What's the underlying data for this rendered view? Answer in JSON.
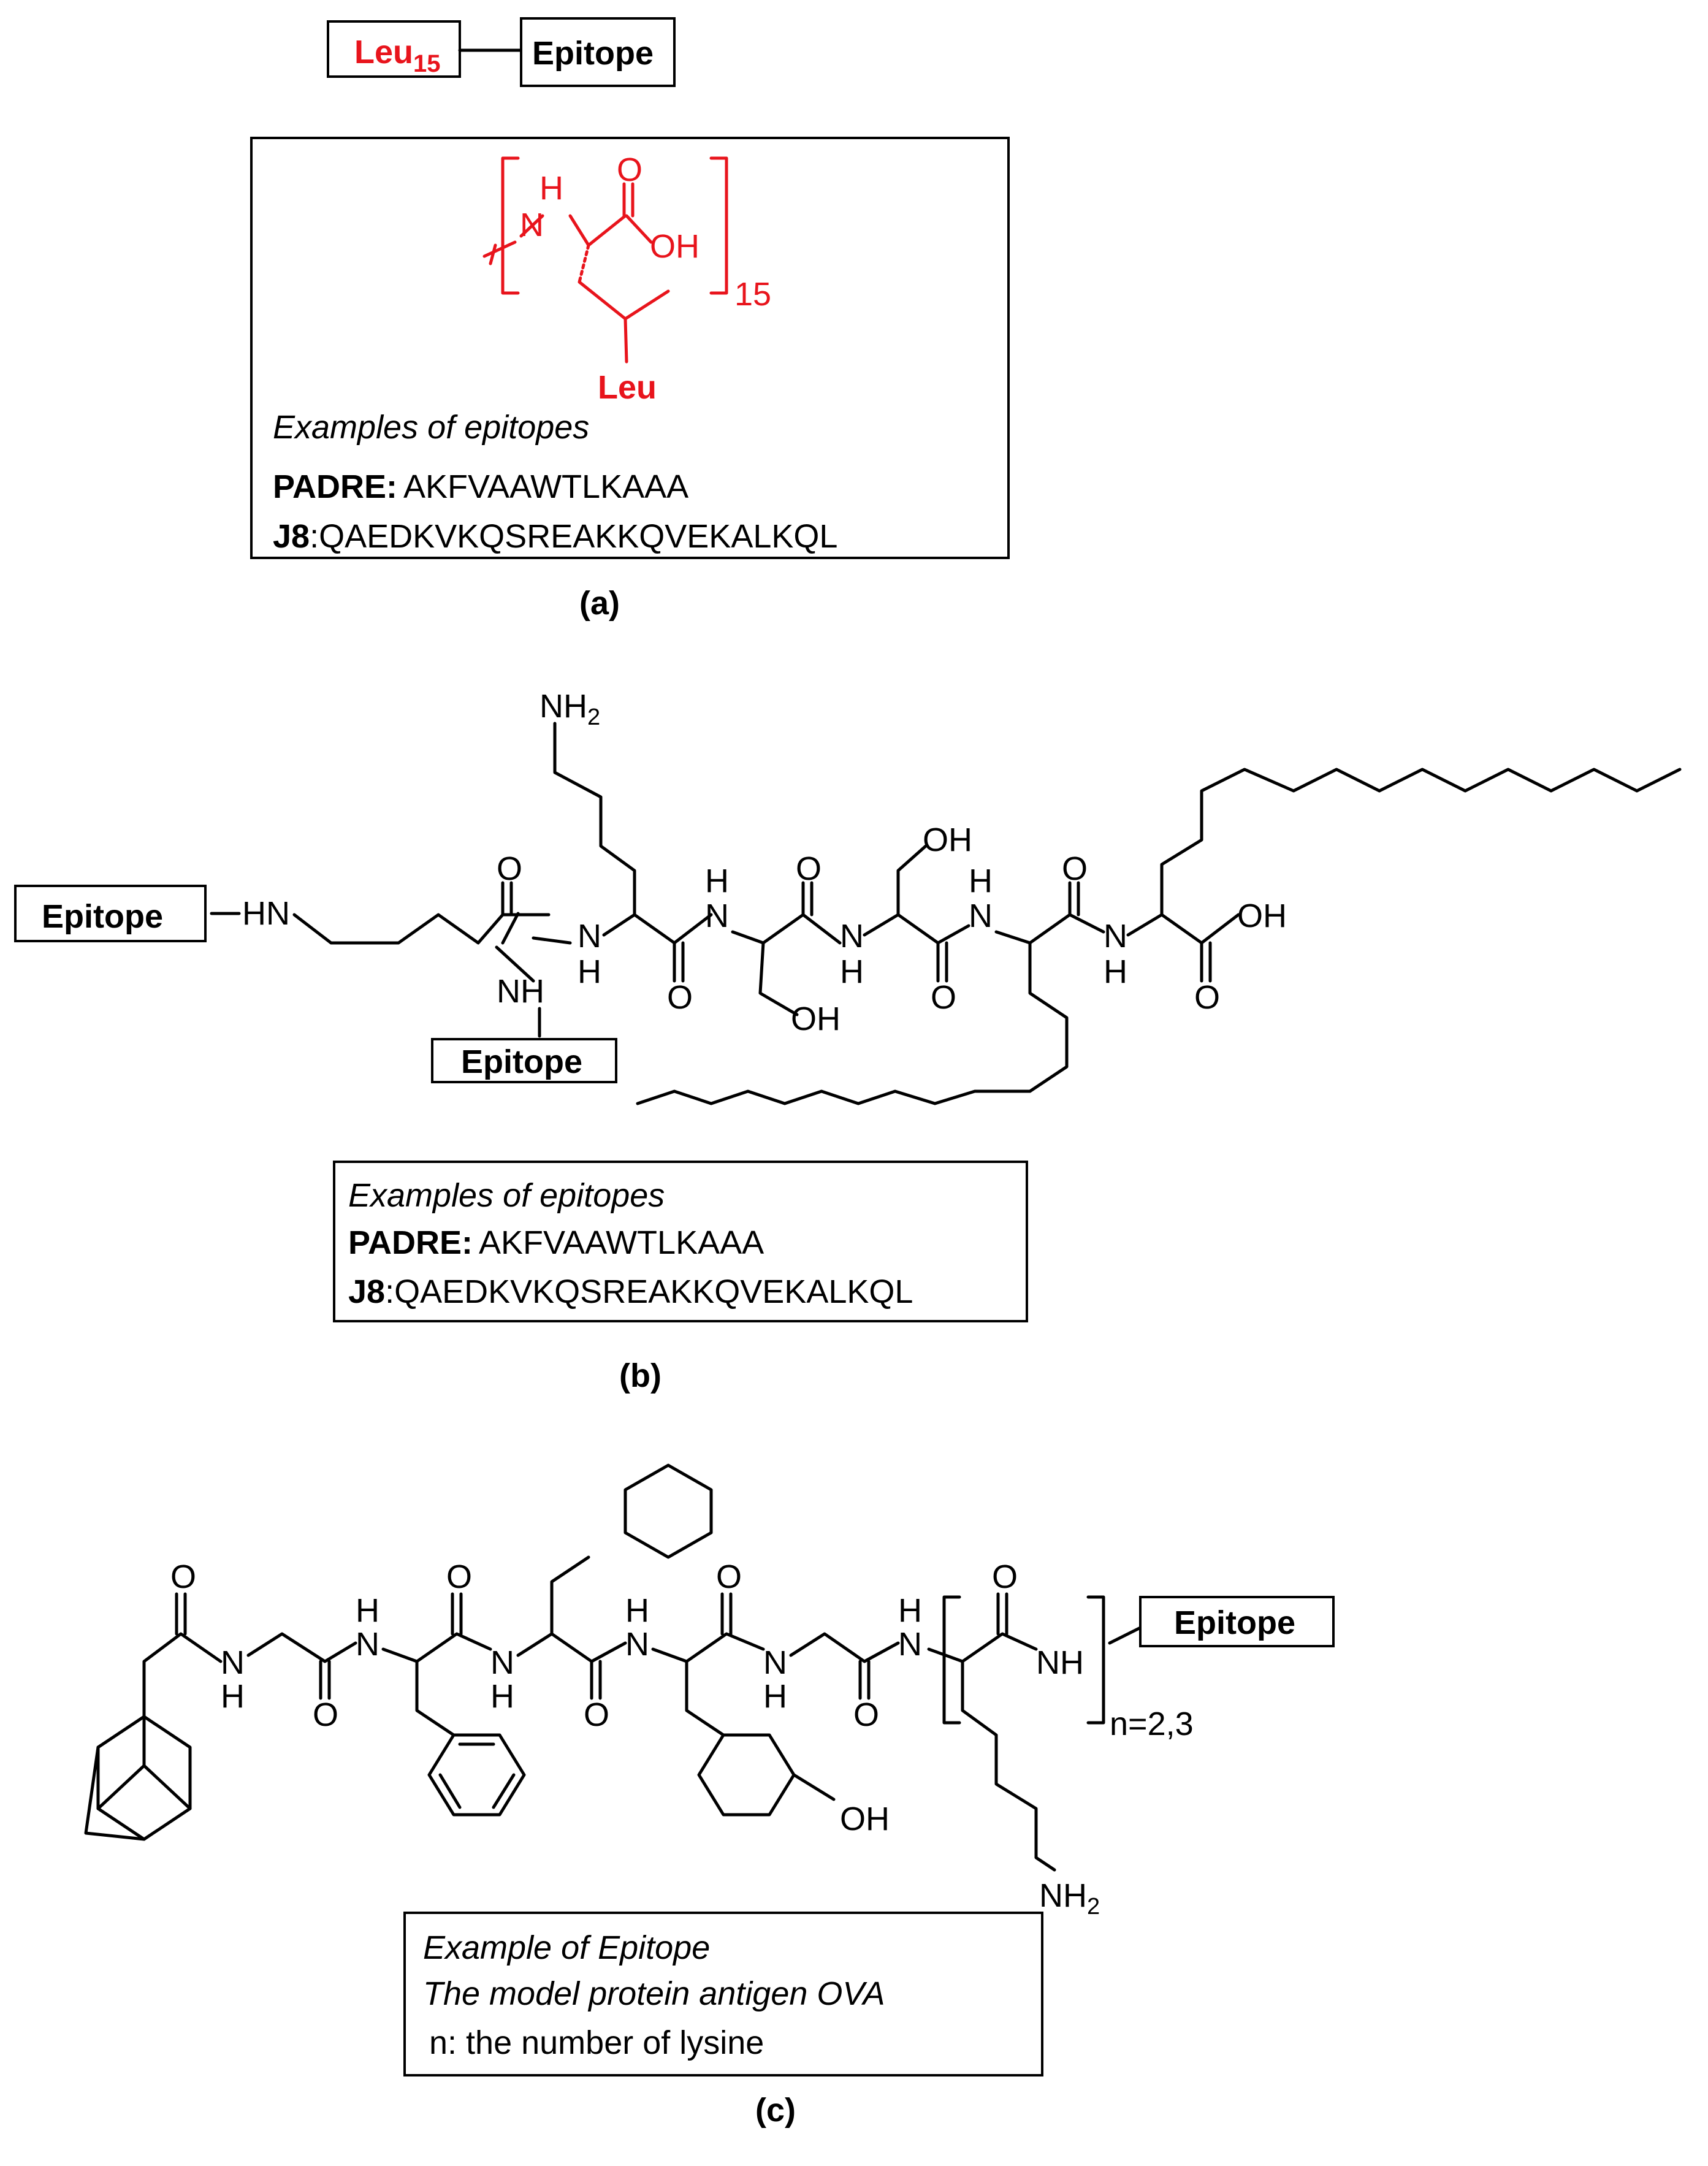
{
  "colors": {
    "highlight": "#e8141c",
    "ink": "#000000"
  },
  "panel_a": {
    "leu_label": "Leu",
    "leu_subscript": "15",
    "epitope_label": "Epitope",
    "atom_nh": "H N",
    "atom_o": "O",
    "atom_oh": "OH",
    "repeat_count": "15",
    "side_chain_label": "Leu",
    "examples_title": "Examples of epitopes",
    "padre_label": "PADRE:",
    "padre_seq": "AKFVAAWTLKAAA",
    "j8_label": "J8",
    "j8_seq": ":QAEDKVKQSREAKKQVEKALKQL",
    "caption": "(a)"
  },
  "panel_b": {
    "epitope_left": "Epitope",
    "epitope_bottom": "Epitope",
    "hn": "HN",
    "nh": "NH",
    "nh2": "NH",
    "sub2": "2",
    "oh": "OH",
    "o": "O",
    "n": "N",
    "h": "H",
    "examples_title": "Examples of epitopes",
    "padre_label": "PADRE:",
    "padre_seq": "AKFVAAWTLKAAA",
    "j8_label": "J8",
    "j8_seq": ":QAEDKVKQSREAKKQVEKALKQL",
    "caption": "(b)"
  },
  "panel_c": {
    "epitope_label": "Epitope",
    "o": "O",
    "n": "N",
    "h": "H",
    "nh": "NH",
    "oh": "OH",
    "nh2": "NH",
    "sub2": "2",
    "repeat": "n=2,3",
    "example_title": "Example of Epitope",
    "example_line2": "The model protein antigen OVA",
    "example_line3": "n: the number of lysine",
    "caption": "(c)"
  }
}
